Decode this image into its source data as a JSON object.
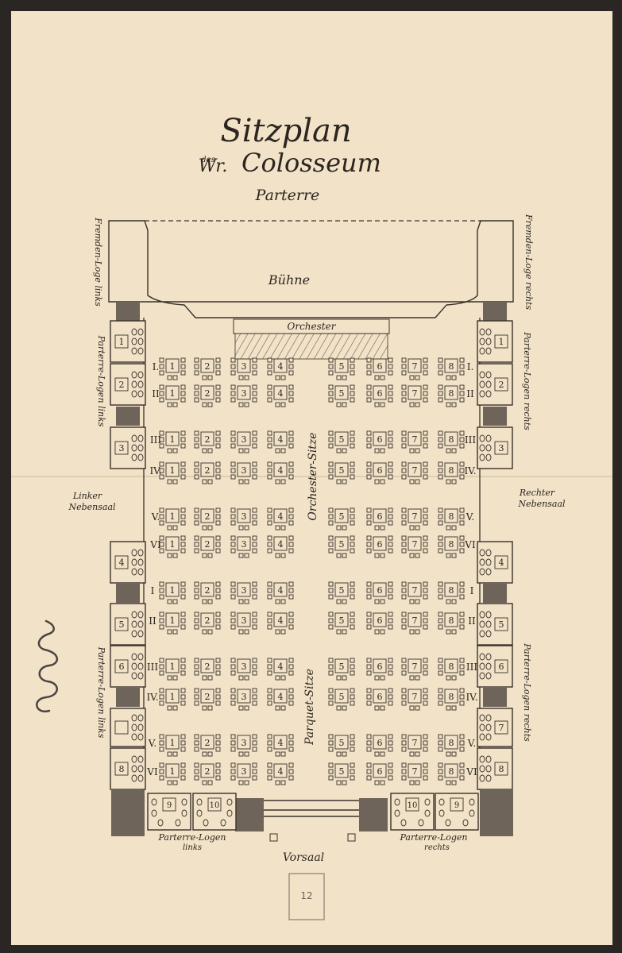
{
  "title": "Sitzplan",
  "title_des": "des",
  "title_wr": "Wr.",
  "title_venue": "Colosseum",
  "subtitle": "Parterre",
  "stage": "Bühne",
  "orchestra": "Orchester",
  "fremden_loge_left": "Fremden-Loge links",
  "fremden_loge_right": "Fremden-Loge rechts",
  "parterre_logen_left": "Parterre-Logen links",
  "parterre_logen_right": "Parterre-Logen rechts",
  "orchester_sitze": "Orchester-Sitze",
  "parquet_sitze": "Parquet-Sitze",
  "linker_nebensaal": [
    "Linker",
    "Nebensaal"
  ],
  "rechter_nebensaal": [
    "Rechter",
    "Nebensaal"
  ],
  "bottom_logen_left": [
    "Parterre-Logen",
    "links"
  ],
  "bottom_logen_right": [
    "Parterre-Logen",
    "rechts"
  ],
  "vorsaal": "Vorsaal",
  "archive_number": "12",
  "signature": "Colosseum",
  "orchester_rows": [
    "I.",
    "II",
    "III",
    "IV.",
    "V.",
    "VI"
  ],
  "parquet_rows": [
    "I",
    "II",
    "III",
    "IV.",
    "V.",
    "VI"
  ],
  "blocks": [
    "1",
    "2",
    "3",
    "4",
    "5",
    "6",
    "7",
    "8"
  ],
  "side_logen_left": [
    "1",
    "2",
    "3",
    "4",
    "5",
    "6",
    "8"
  ],
  "side_logen_right": [
    "1",
    "2",
    "3",
    "4",
    "5",
    "6",
    "7",
    "8"
  ],
  "bottom_logen_left_nums": [
    "9",
    "10"
  ],
  "bottom_logen_right_nums": [
    "10",
    "9"
  ],
  "colors": {
    "paper": "#f1e2c8",
    "ink": "#2d2620",
    "frame": "#2a2623"
  }
}
